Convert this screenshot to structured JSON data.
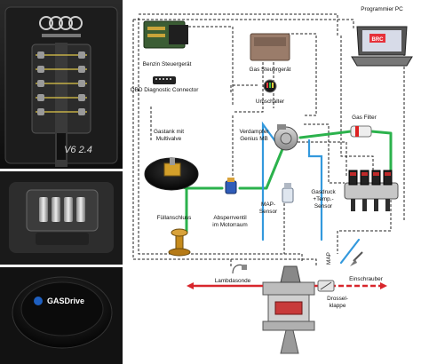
{
  "labels": {
    "benzin": "Benzin Steuergerät",
    "gas_ecu": "Gas Steuergerät",
    "pc": "Programmier PC",
    "umschalter": "Umschalter",
    "gastank_1": "Gastank mit",
    "gastank_2": "Multivalve",
    "verdampfer_1": "Verdampfer",
    "verdampfer_2": "Genius MB",
    "gas_filter": "Gas Filter",
    "fullanschluss": "Füllanschluss",
    "absperr_1": "Absperrventil",
    "absperr_2": "im Motorraum",
    "map_1": "MAP-",
    "map_2": "Sensor",
    "gasdruck_1": "Gasdruck",
    "gasdruck_2": "+Temp.-",
    "gasdruck_3": "Sensor",
    "lambda": "Lambdasonde",
    "einschrauber": "Einschrauber",
    "drossel_1": "Drossel-",
    "drossel_2": "klappe",
    "map_vertical": "MAP",
    "obd": "OBD Diagnostic Connector",
    "v6_badge": "V6 2.4",
    "gasdrive_logo": "GASDrive",
    "brc_logo": "BRC"
  },
  "colors": {
    "gas_line": "#2bb24c",
    "water_line": "#3399dd",
    "exhaust": "#d8262c",
    "wiring": "#222222"
  }
}
